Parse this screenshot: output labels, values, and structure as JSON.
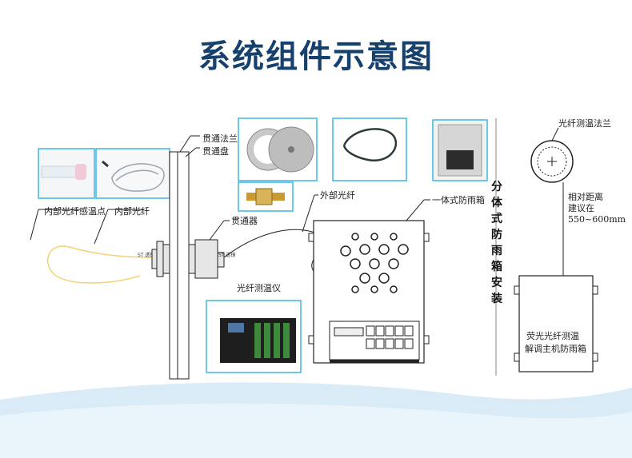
{
  "title": "系统组件示意图",
  "labels": {
    "through_flange": "贯通法兰",
    "through_plate": "贯通盘",
    "external_fiber": "外部光纤",
    "integrated_box": "一体式防雨箱",
    "inner_sensor": "内部光纤感温点",
    "inner_fiber": "内部光纤",
    "connector": "贯通器",
    "instrument": "光纤测温仪",
    "flange_small": "光纤测温法兰",
    "distance_line1": "相对距离",
    "distance_line2": "建议在",
    "distance_line3": "550~600mm",
    "split_box_vertical": [
      "分",
      "体",
      "式",
      "防",
      "雨",
      "箱",
      "安",
      "装"
    ],
    "host_box_line1": "荧光光纤测温",
    "host_box_line2": "解调主机防雨箱",
    "st_left": "ST 透镜",
    "st_right": "ST 透镜"
  },
  "colors": {
    "title": "#16416d",
    "photo_border": "#3fb6e0",
    "wave": "#cfe6f4"
  }
}
